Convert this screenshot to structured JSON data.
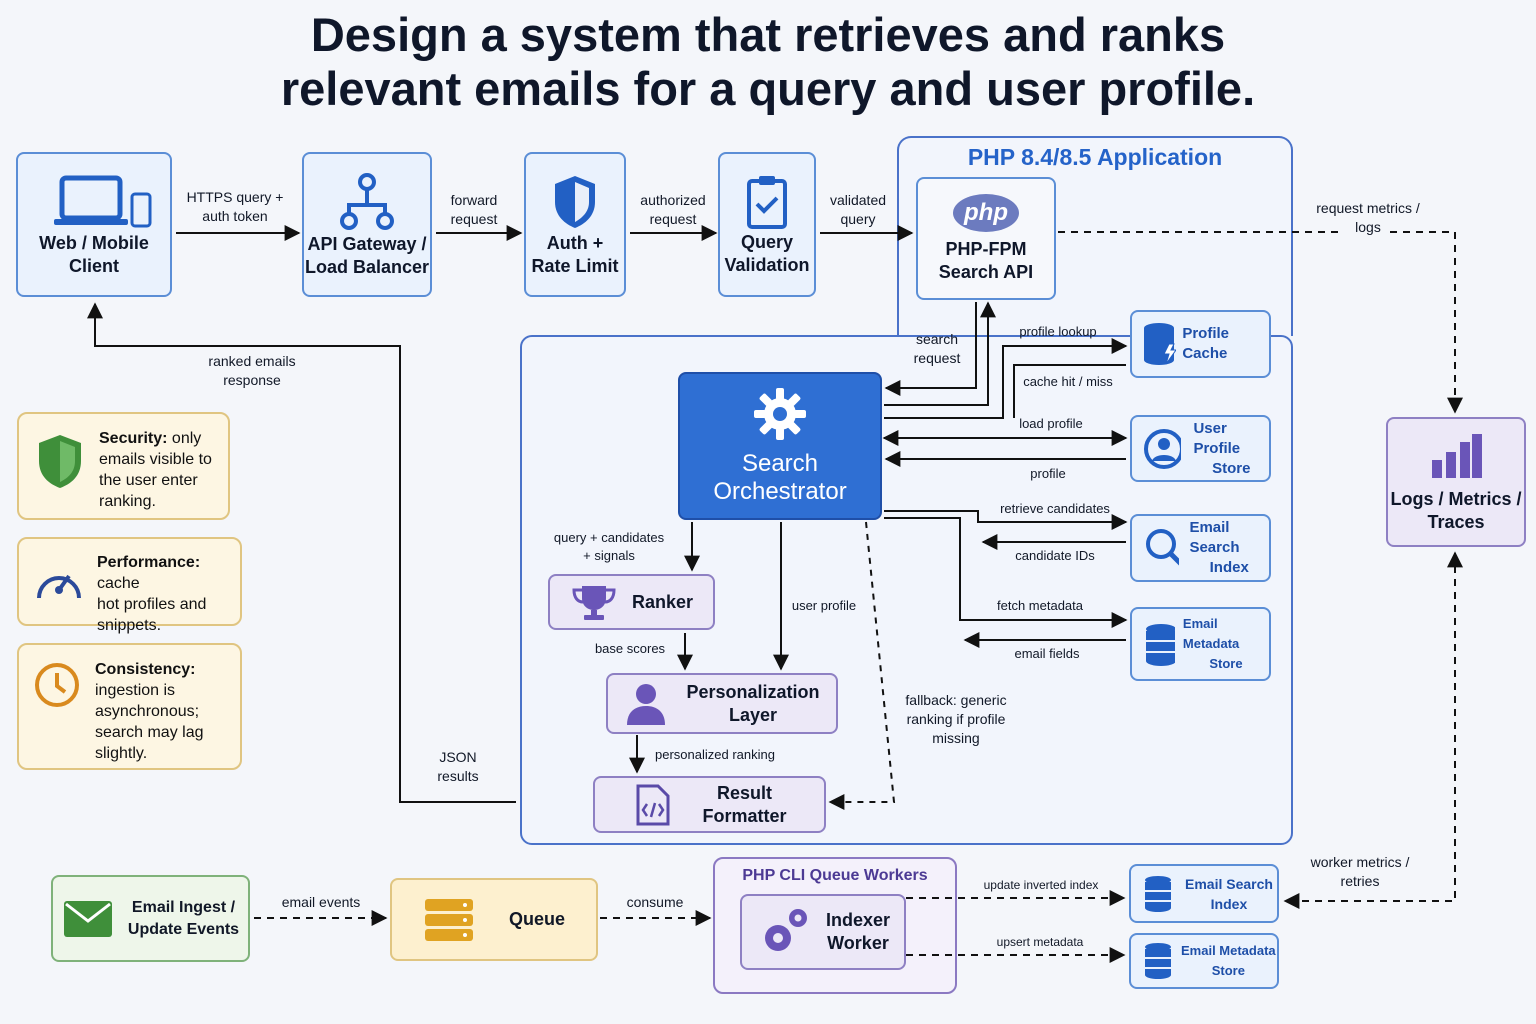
{
  "title": {
    "line1": "Design a system that retrieves and ranks",
    "line2": "relevant emails for a query and user profile."
  },
  "colors": {
    "blue_border": "#5b8ed6",
    "blue_fill": "#eaf2fd",
    "orchestrator": "#2f6fd3",
    "purple_border": "#8e80c3",
    "purple_fill": "#ece8f7",
    "note_border": "#e0c581",
    "note_fill": "#fdf6e3",
    "ingest_border": "#7fb27a",
    "queue_fill": "#fdf0cf"
  },
  "nodes": {
    "client": {
      "line1": "Web / Mobile",
      "line2": "Client",
      "icons": [
        "laptop-icon",
        "phone-icon"
      ]
    },
    "gateway": {
      "line1": "API Gateway /",
      "line2": "Load Balancer",
      "icon": "network-icon"
    },
    "auth": {
      "line1": "Auth +",
      "line2": "Rate Limit",
      "icon": "shield-icon"
    },
    "validation": {
      "line1": "Query",
      "line2": "Validation",
      "icon": "clipboard-check-icon"
    },
    "php_app": {
      "title": "PHP 8.4/8.5 Application"
    },
    "php_api": {
      "badge": "php",
      "line1": "PHP-FPM",
      "line2": "Search API"
    },
    "orchestrator": {
      "line1": "Search",
      "line2": "Orchestrator",
      "icon": "gear-icon"
    },
    "ranker": {
      "label": "Ranker",
      "icon": "trophy-icon"
    },
    "personalization": {
      "line1": "Personalization",
      "line2": "Layer",
      "icon": "user-icon"
    },
    "formatter": {
      "line1": "Result",
      "line2": "Formatter",
      "icon": "code-file-icon"
    },
    "profile_cache": {
      "label": "Profile Cache",
      "icon": "database-bolt-icon"
    },
    "user_profile_store": {
      "line1": "User Profile",
      "line2": "Store",
      "icon": "user-circle-icon"
    },
    "email_search_index": {
      "line1": "Email Search",
      "line2": "Index",
      "icon": "search-icon"
    },
    "email_metadata_store": {
      "line1": "Email Metadata",
      "line2": "Store",
      "icon": "database-icon"
    },
    "logs": {
      "line1": "Logs / Metrics /",
      "line2": "Traces",
      "icon": "bar-chart-icon"
    },
    "ingest": {
      "line1": "Email Ingest /",
      "line2": "Update Events",
      "icon": "mail-icon"
    },
    "queue": {
      "label": "Queue",
      "icon": "server-stack-icon"
    },
    "workers": {
      "title": "PHP CLI Queue Workers"
    },
    "indexer": {
      "line1": "Indexer",
      "line2": "Worker",
      "icon": "gears-icon"
    },
    "worker_index": {
      "line1": "Email Search",
      "line2": "Index",
      "icon": "database-icon"
    },
    "worker_metadata": {
      "line1": "Email Metadata",
      "line2": "Store",
      "icon": "database-icon"
    }
  },
  "edges": {
    "https_query": {
      "line1": "HTTPS query +",
      "line2": "auth token"
    },
    "forward": {
      "line1": "forward",
      "line2": "request"
    },
    "authorized": {
      "line1": "authorized",
      "line2": "request"
    },
    "validated": {
      "line1": "validated",
      "line2": "query"
    },
    "request_metrics": {
      "line1": "request metrics /",
      "line2": "logs"
    },
    "search_request": {
      "line1": "search",
      "line2": "request"
    },
    "ranked_response": {
      "line1": "ranked emails",
      "line2": "response"
    },
    "profile_lookup": "profile lookup",
    "cache_hit": "cache hit / miss",
    "load_profile": "load profile",
    "profile": "profile",
    "retrieve_candidates": "retrieve candidates",
    "candidate_ids": "candidate IDs",
    "fetch_metadata": "fetch metadata",
    "email_fields": "email fields",
    "query_candidates": {
      "line1": "query + candidates",
      "line2": "+ signals"
    },
    "user_profile": "user profile",
    "base_scores": "base scores",
    "personalized_ranking": "personalized ranking",
    "fallback": {
      "line1": "fallback: generic",
      "line2": "ranking if profile",
      "line3": "missing"
    },
    "json_results": {
      "line1": "JSON",
      "line2": "results"
    },
    "email_events": "email events",
    "consume": "consume",
    "update_index": "update inverted index",
    "upsert_metadata": "upsert metadata",
    "worker_metrics": {
      "line1": "worker metrics /",
      "line2": "retries"
    }
  },
  "notes": {
    "security": {
      "heading": "Security:",
      "text": " only\nemails visible to\nthe user enter\nranking.",
      "icon": "shield-check-icon"
    },
    "performance": {
      "heading": "Performance:",
      "text": " cache\nhot profiles and\nsnippets.",
      "icon": "gauge-icon"
    },
    "consistency": {
      "heading": "Consistency:",
      "text": "\ningestion is\nasynchronous;\nsearch may lag\nslightly.",
      "icon": "clock-icon"
    }
  }
}
